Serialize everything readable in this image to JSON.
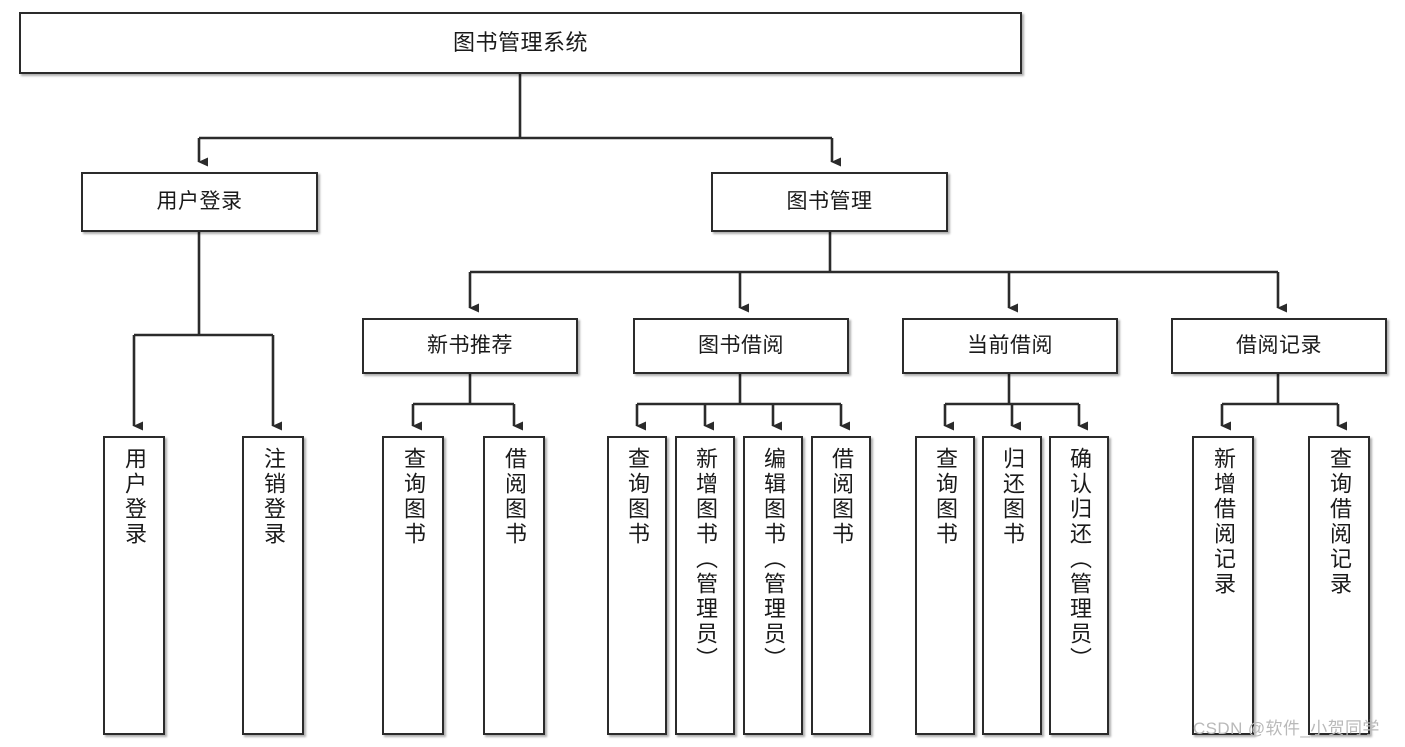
{
  "diagram": {
    "title": "图书管理系统",
    "type": "tree-hierarchy-diagram",
    "watermark": "CSDN @软件_小贺同学",
    "colors": {
      "box_border": "#2b2b2b",
      "box_fill": "#ffffff",
      "edge": "#2b2b2b",
      "text": "#1a1a1a",
      "watermark": "#b9b9b9",
      "background": "#ffffff"
    },
    "nodes": {
      "root": {
        "label": "图书管理系统",
        "orientation": "horizontal"
      },
      "level2": [
        {
          "label": "用户登录",
          "orientation": "horizontal"
        },
        {
          "label": "图书管理",
          "orientation": "horizontal"
        }
      ],
      "level3": [
        {
          "label": "新书推荐",
          "orientation": "horizontal"
        },
        {
          "label": "图书借阅",
          "orientation": "horizontal"
        },
        {
          "label": "当前借阅",
          "orientation": "horizontal"
        },
        {
          "label": "借阅记录",
          "orientation": "horizontal"
        }
      ],
      "leaves": {
        "user_login": [
          {
            "label": "用户登录",
            "orientation": "vertical"
          },
          {
            "label": "注销登录",
            "orientation": "vertical"
          }
        ],
        "new_book_recommend": [
          {
            "label": "查询图书",
            "orientation": "vertical"
          },
          {
            "label": "借阅图书",
            "orientation": "vertical"
          }
        ],
        "book_borrow": [
          {
            "label": "查询图书",
            "orientation": "vertical"
          },
          {
            "label": "新增图书（管理员）",
            "orientation": "vertical"
          },
          {
            "label": "编辑图书（管理员）",
            "orientation": "vertical"
          },
          {
            "label": "借阅图书",
            "orientation": "vertical"
          }
        ],
        "current_borrow": [
          {
            "label": "查询图书",
            "orientation": "vertical"
          },
          {
            "label": "归还图书",
            "orientation": "vertical"
          },
          {
            "label": "确认归还（管理员）",
            "orientation": "vertical"
          }
        ],
        "borrow_record": [
          {
            "label": "新增借阅记录",
            "orientation": "vertical"
          },
          {
            "label": "查询借阅记录",
            "orientation": "vertical"
          }
        ]
      }
    }
  }
}
